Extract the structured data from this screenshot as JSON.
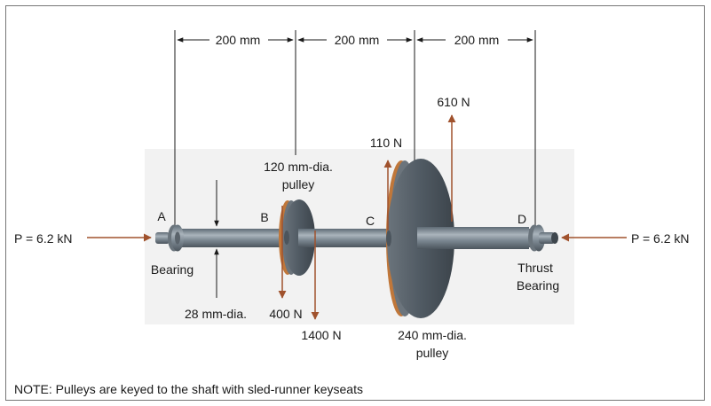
{
  "dimensions": {
    "span_ab": "200 mm",
    "span_bc": "200 mm",
    "span_cd": "200 mm"
  },
  "points": {
    "a": "A",
    "b": "B",
    "c": "C",
    "d": "D"
  },
  "loads": {
    "axial_left": "P = 6.2 kN",
    "axial_right": "P = 6.2 kN",
    "small_pulley_down": "400 N",
    "small_pulley_down_2": "1400 N",
    "large_pulley_up_1": "110 N",
    "large_pulley_up_2": "610 N"
  },
  "labels": {
    "small_pulley_line1": "120 mm-dia.",
    "small_pulley_line2": "pulley",
    "large_pulley_line1": "240 mm-dia.",
    "large_pulley_line2": "pulley",
    "shaft_dia": "28 mm-dia.",
    "bearing": "Bearing",
    "thrust_line1": "Thrust",
    "thrust_line2": "Bearing"
  },
  "note": "NOTE: Pulleys are keyed to the shaft with sled-runner keyseats",
  "colors": {
    "force_arrow": "#a0522d",
    "shaft": "#7e8a94",
    "pulley": "#505a63",
    "background_panel": "#f2f2f2"
  }
}
